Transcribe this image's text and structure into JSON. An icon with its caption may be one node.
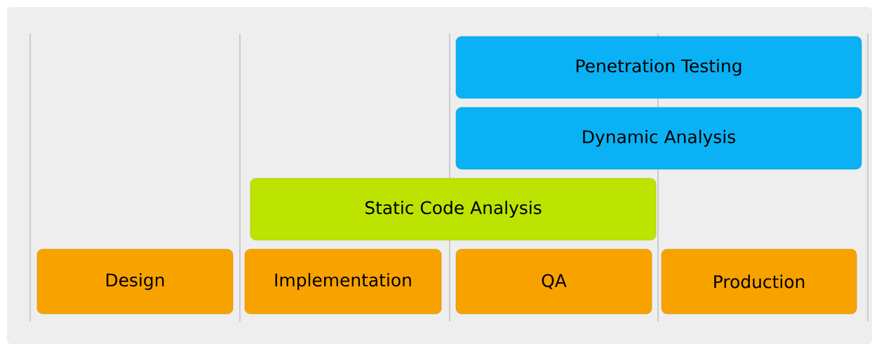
{
  "diagram": {
    "nodes": [
      {
        "text": [
          "Penetration Testing"
        ]
      },
      {
        "text": [
          "Dynamic Analysis"
        ]
      },
      {
        "text": [
          "Static Code Analysis"
        ]
      },
      {
        "text": [
          "Design"
        ]
      },
      {
        "text": [
          "Implementation"
        ]
      },
      {
        "text": [
          "QA"
        ]
      },
      {
        "text": [
          "Production"
        ]
      }
    ]
  }
}
